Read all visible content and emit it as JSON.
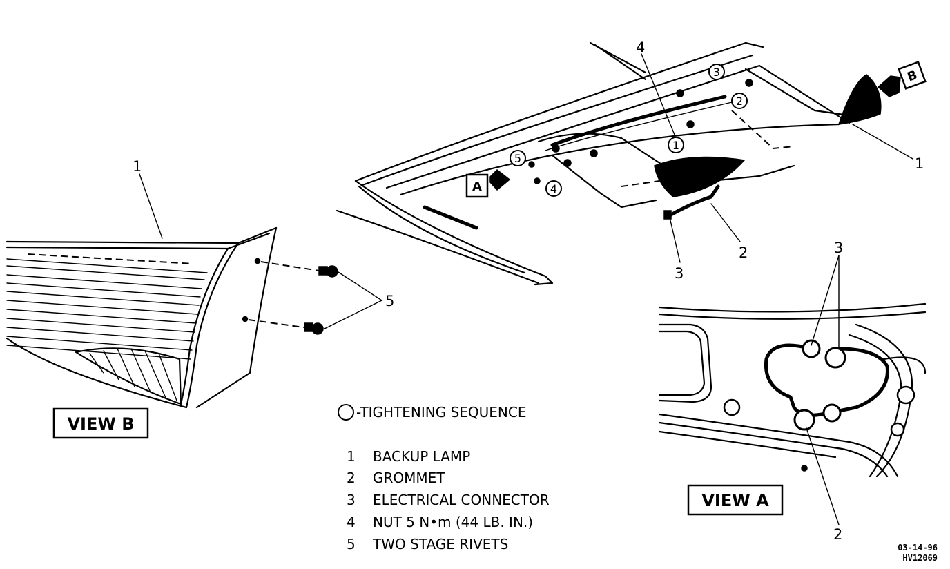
{
  "callouts": {
    "view_b_1": "1",
    "view_b_5": "5",
    "main_4_top": "4",
    "main_3_circled": "3",
    "main_2_circled": "2",
    "main_1_circled": "1",
    "main_5_circled": "5",
    "main_4_circled": "4",
    "main_1": "1",
    "main_2": "2",
    "main_3": "3",
    "view_a_3": "3",
    "view_a_2": "2"
  },
  "arrows": {
    "a": "A",
    "b": "B"
  },
  "view_labels": {
    "view_b": "VIEW B",
    "view_a": "VIEW A"
  },
  "legend": {
    "sequence_note": "-TIGHTENING SEQUENCE",
    "items": [
      {
        "num": "1",
        "text": "BACKUP LAMP"
      },
      {
        "num": "2",
        "text": "GROMMET"
      },
      {
        "num": "3",
        "text": "ELECTRICAL CONNECTOR"
      },
      {
        "num": "4",
        "text": "NUT 5 N•m (44 LB. IN.)"
      },
      {
        "num": "5",
        "text": "TWO STAGE RIVETS"
      }
    ]
  },
  "drawing_code": {
    "date": "03-14-96",
    "id": "HV12069"
  }
}
